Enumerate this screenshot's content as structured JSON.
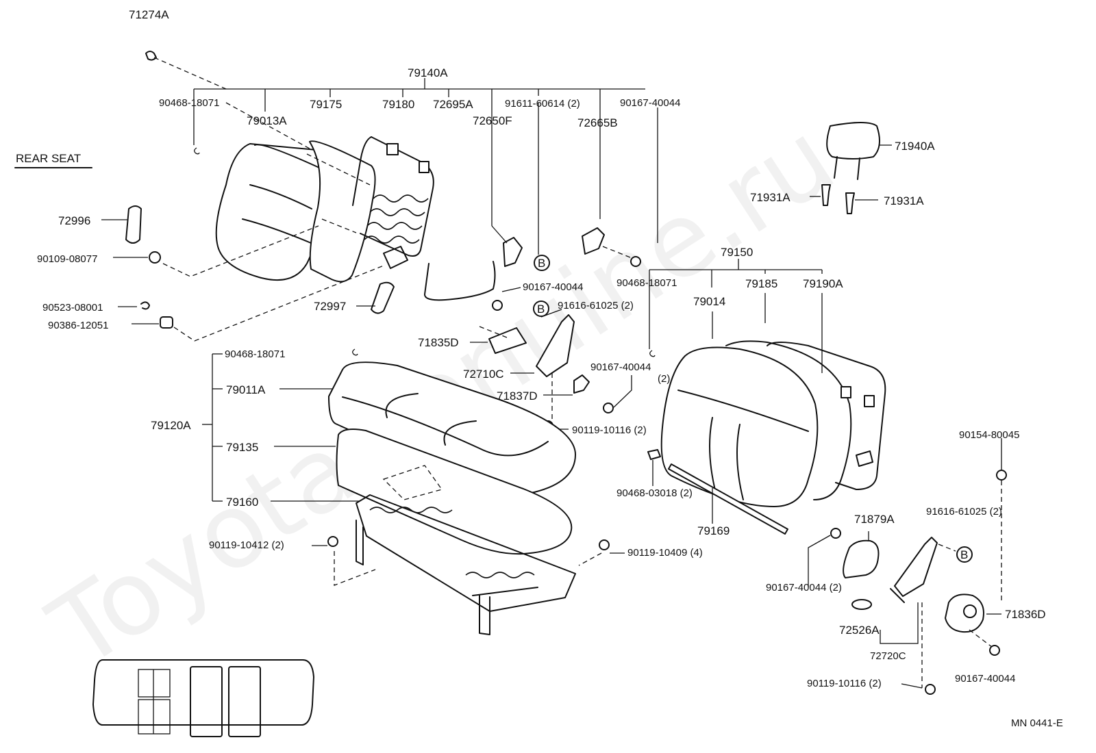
{
  "section_title": "REAR SEAT",
  "watermark": "ToyotaGenuine.ru",
  "diagram_code": "MN 0441-E",
  "callout_letter": "B",
  "labels": {
    "p71274A": "71274A",
    "p79140A": "79140A",
    "p90468_18071_a": "90468-18071",
    "p79013A": "79013A",
    "p79175": "79175",
    "p79180": "79180",
    "p72695A": "72695A",
    "p91611_60614": "91611-60614 (2)",
    "p90167_40044_a": "90167-40044",
    "p72650F": "72650F",
    "p72665B": "72665B",
    "p71940A": "71940A",
    "p71931A_l": "71931A",
    "p71931A_r": "71931A",
    "p72996": "72996",
    "p90109_08077": "90109-08077",
    "p90523_08001": "90523-08001",
    "p90386_12051": "90386-12051",
    "p72997": "72997",
    "p90167_40044_b": "90167-40044",
    "p91616_61025_a": "91616-61025 (2)",
    "p71835D": "71835D",
    "p79150": "79150",
    "p90468_18071_b": "90468-18071",
    "p79014": "79014",
    "p79185": "79185",
    "p79190A": "79190A",
    "p90468_18071_c": "90468-18071",
    "p79011A": "79011A",
    "p79120A": "79120A",
    "p79135": "79135",
    "p79160": "79160",
    "p72710C": "72710C",
    "p71837D": "71837D",
    "p90167_40044_c": "90167-40044",
    "p90167_40044_c2": "(2)",
    "p90119_10116_a": "90119-10116 (2)",
    "p90154_80045": "90154-80045",
    "p90468_03018": "90468-03018 (2)",
    "p79169": "79169",
    "p71879A": "71879A",
    "p91616_61025_b": "91616-61025 (2)",
    "p90119_10412": "90119-10412 (2)",
    "p90119_10409": "90119-10409 (4)",
    "p90167_40044_d": "90167-40044 (2)",
    "p71836D": "71836D",
    "p72526A": "72526A",
    "p72720C": "72720C",
    "p90119_10116_b": "90119-10116 (2)",
    "p90167_40044_e": "90167-40044"
  }
}
